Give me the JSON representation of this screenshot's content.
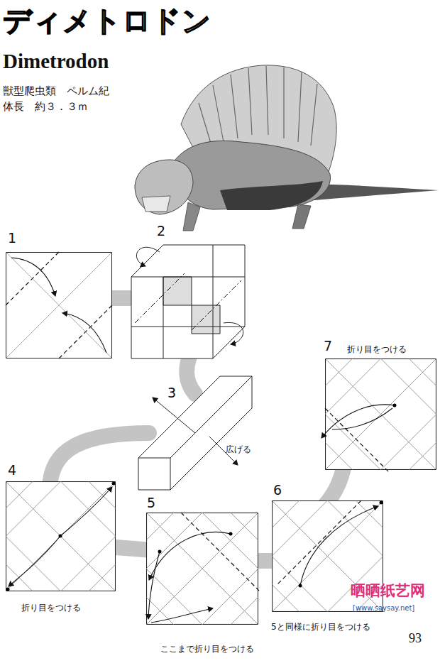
{
  "diagram": {
    "title": "ディメトロドン",
    "labels": [
      "Dimetrodon",
      "獣型爬虫類　ペルム紀",
      "体長　約３．３ｍ",
      "1",
      "2",
      "3",
      "広げる",
      "7",
      "折り目をつける",
      "4",
      "折り目をつける",
      "5",
      "ここまで折り目をつける",
      "6",
      "5と同様に折り目をつける",
      "93",
      "晒晒纸艺网",
      "[www.saysay.net]"
    ]
  }
}
